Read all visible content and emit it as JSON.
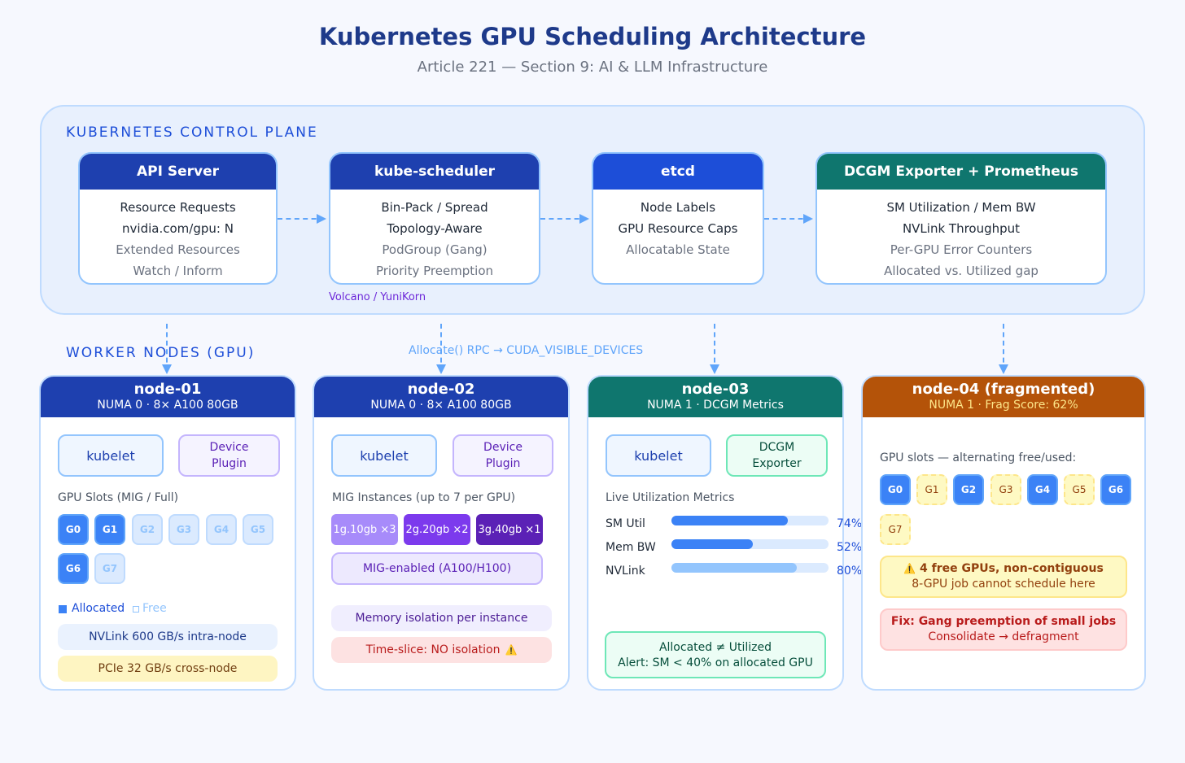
{
  "header": {
    "title": "Kubernetes GPU Scheduling Architecture",
    "subtitle": "Article 221 — Section 9: AI & LLM Infrastructure"
  },
  "control_plane": {
    "label": "KUBERNETES CONTROL PLANE",
    "cards": [
      {
        "title": "API Server",
        "lines": [
          "Resource Requests",
          "nvidia.com/gpu: N",
          "Extended Resources",
          "Watch / Inform"
        ]
      },
      {
        "title": "kube-scheduler",
        "lines": [
          "Bin-Pack / Spread",
          "Topology-Aware",
          "PodGroup (Gang)",
          "Priority Preemption"
        ],
        "note": "Volcano / YuniKorn"
      },
      {
        "title": "etcd",
        "lines": [
          "Node Labels",
          "GPU Resource Caps",
          "Allocatable State"
        ]
      },
      {
        "title": "DCGM Exporter + Prometheus",
        "lines": [
          "SM Utilization / Mem BW",
          "NVLink Throughput",
          "Per-GPU Error Counters",
          "Allocated vs. Utilized gap"
        ]
      }
    ],
    "colors": {
      "api": "#1e40af",
      "scheduler": "#1e40af",
      "etcd": "#1d4ed8",
      "dcgm": "#0f766e"
    }
  },
  "workers": {
    "label": "WORKER NODES (GPU)",
    "rpc_label": "Allocate() RPC → CUDA_VISIBLE_DEVICES",
    "node1": {
      "name": "node-01",
      "sub": "NUMA 0 · 8× A100 80GB",
      "kubelet": "kubelet",
      "plugin_l1": "Device",
      "plugin_l2": "Plugin",
      "slots_label": "GPU Slots (MIG / Full)",
      "slots": [
        {
          "id": "G0",
          "state": "allocated"
        },
        {
          "id": "G1",
          "state": "allocated"
        },
        {
          "id": "G2",
          "state": "free"
        },
        {
          "id": "G3",
          "state": "free"
        },
        {
          "id": "G4",
          "state": "free"
        },
        {
          "id": "G5",
          "state": "free"
        },
        {
          "id": "G6",
          "state": "allocated"
        },
        {
          "id": "G7",
          "state": "free"
        }
      ],
      "legend_allocated": "Allocated",
      "legend_free": "Free",
      "nvlink": "NVLink 600 GB/s intra-node",
      "pcie": "PCIe 32 GB/s cross-node"
    },
    "node2": {
      "name": "node-02",
      "sub": "NUMA 0 · 8× A100 80GB",
      "kubelet": "kubelet",
      "plugin_l1": "Device",
      "plugin_l2": "Plugin",
      "mig_label": "MIG Instances (up to 7 per GPU)",
      "mig": [
        "1g.10gb ×3",
        "2g.20gb ×2",
        "3g.40gb ×1"
      ],
      "mig_enabled": "MIG-enabled (A100/H100)",
      "mem_isolation": "Memory isolation per instance",
      "timeslice": "Time-slice: NO isolation",
      "warn_icon": "⚠️"
    },
    "node3": {
      "name": "node-03",
      "sub": "NUMA 1 · DCGM Metrics",
      "kubelet": "kubelet",
      "exporter_l1": "DCGM",
      "exporter_l2": "Exporter",
      "metrics_label": "Live Utilization Metrics",
      "metrics": [
        {
          "name": "SM Util",
          "value": 74,
          "label": "74%",
          "color": "#3b82f6"
        },
        {
          "name": "Mem BW",
          "value": 52,
          "label": "52%",
          "color": "#3b82f6"
        },
        {
          "name": "NVLink",
          "value": 80,
          "label": "80%",
          "color": "#93c5fd"
        }
      ],
      "alert_title": "Allocated ≠ Utilized",
      "alert_text": "Alert: SM < 40% on allocated GPU"
    },
    "node4": {
      "name": "node-04 (fragmented)",
      "sub": "NUMA 1 · Frag Score: 62%",
      "slots_label": "GPU slots — alternating free/used:",
      "slots": [
        {
          "id": "G0",
          "state": "allocated"
        },
        {
          "id": "G1",
          "state": "free"
        },
        {
          "id": "G2",
          "state": "allocated"
        },
        {
          "id": "G3",
          "state": "free"
        },
        {
          "id": "G4",
          "state": "allocated"
        },
        {
          "id": "G5",
          "state": "free"
        },
        {
          "id": "G6",
          "state": "allocated"
        },
        {
          "id": "G7",
          "state": "free"
        }
      ],
      "warn_icon": "⚠️",
      "warn_title": "4 free GPUs, non-contiguous",
      "warn_text": "8-GPU job cannot schedule here",
      "fix_title": "Fix: Gang preemption of small jobs",
      "fix_text": "Consolidate → defragment"
    },
    "colors": {
      "node1": "#1e40af",
      "node2": "#1e40af",
      "node3": "#0f766e",
      "node4": "#b45309"
    }
  }
}
